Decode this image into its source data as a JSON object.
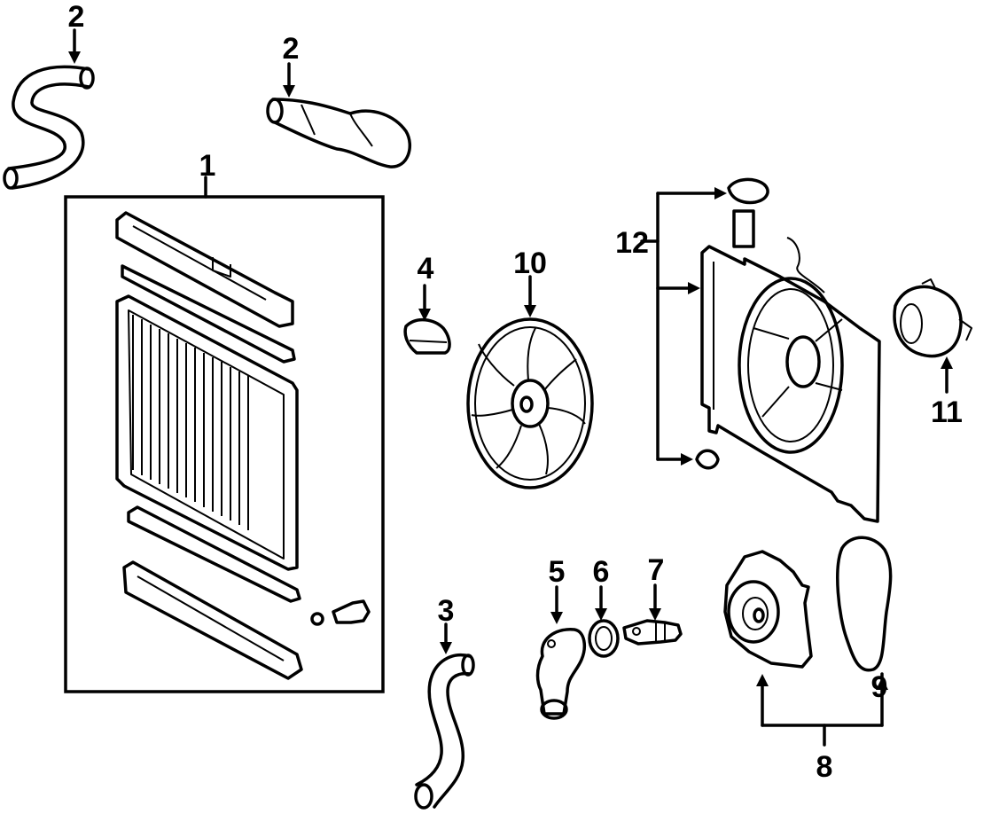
{
  "callouts": {
    "c1": "1",
    "c2a": "2",
    "c2b": "2",
    "c3": "3",
    "c4": "4",
    "c5": "5",
    "c6": "6",
    "c7": "7",
    "c8": "8",
    "c9": "9",
    "c10": "10",
    "c11": "11",
    "c12": "12"
  },
  "colors": {
    "ink": "#000000",
    "background": "#ffffff"
  }
}
